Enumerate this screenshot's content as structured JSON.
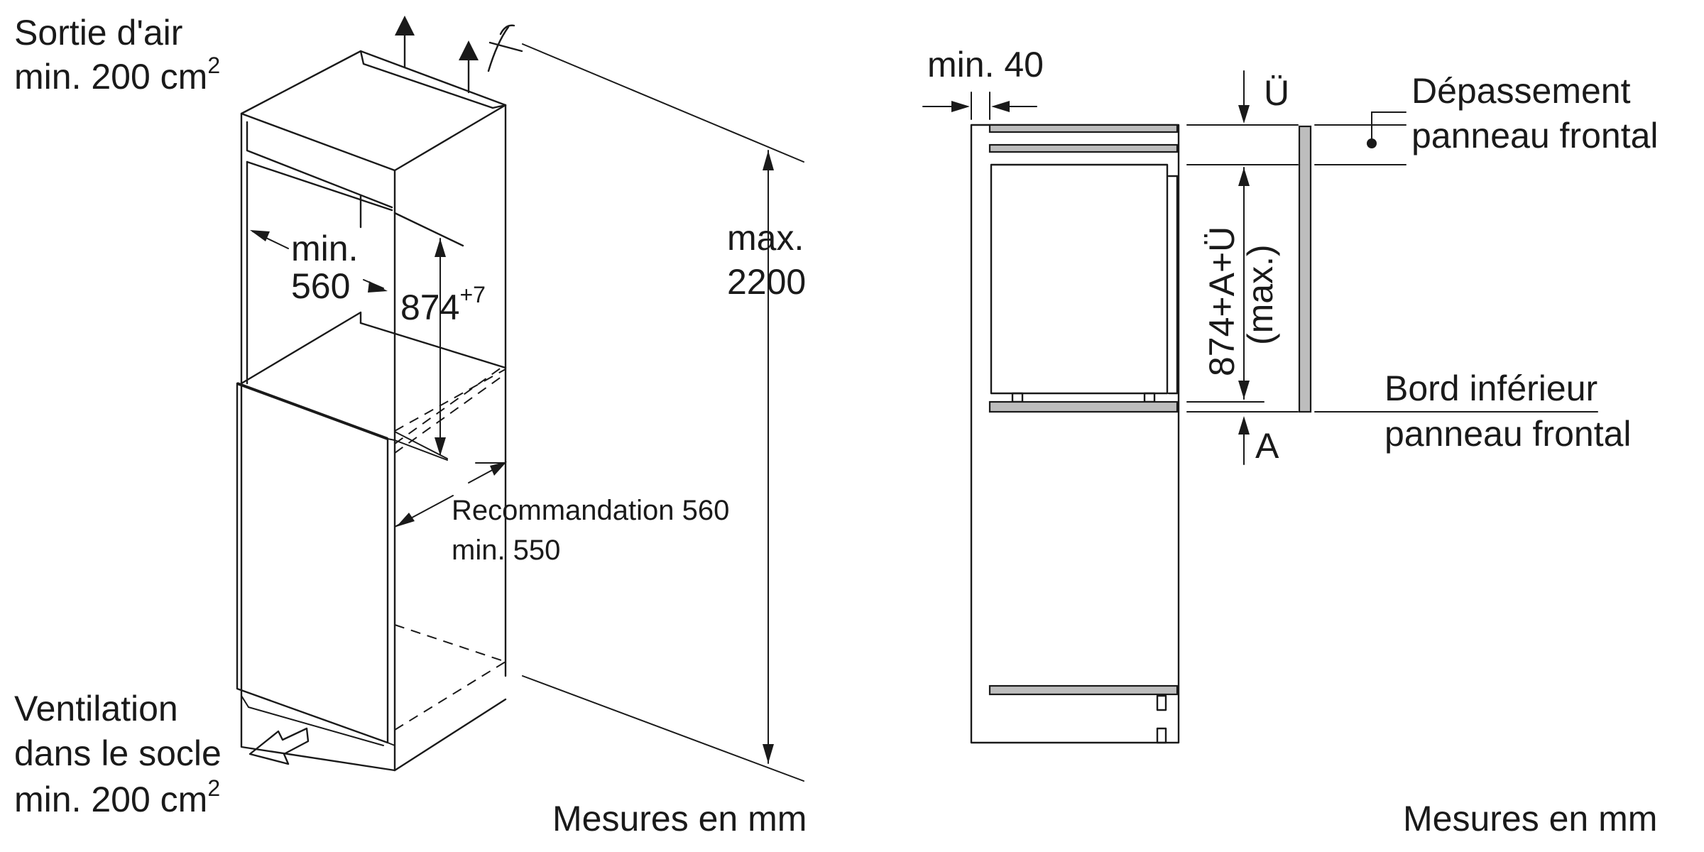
{
  "left": {
    "air_outlet": {
      "line1": "Sortie d'air",
      "line2": "min. 200 cm",
      "sup": "2"
    },
    "width_label": {
      "line1": "min.",
      "line2": "560"
    },
    "height_label": {
      "value": "874",
      "sup": "+7"
    },
    "max_height": {
      "line1": "max.",
      "line2": "2200"
    },
    "depth_label": {
      "line1": "Recommandation 560",
      "line2": "min. 550"
    },
    "ventilation": {
      "line1": "Ventilation",
      "line2": "dans le socle",
      "line3": "min. 200 cm",
      "sup": "2"
    },
    "units": "Mesures en mm"
  },
  "right": {
    "gap_label": "min. 40",
    "u_label": "Ü",
    "overhang": {
      "line1": "Dépassement",
      "line2": "panneau frontal"
    },
    "height_label": {
      "line1": "874+A+Ü",
      "line2": "(max.)"
    },
    "bottom_edge": {
      "line1": "Bord inférieur",
      "line2": "panneau frontal"
    },
    "a_label": "A",
    "units": "Mesures en mm"
  }
}
